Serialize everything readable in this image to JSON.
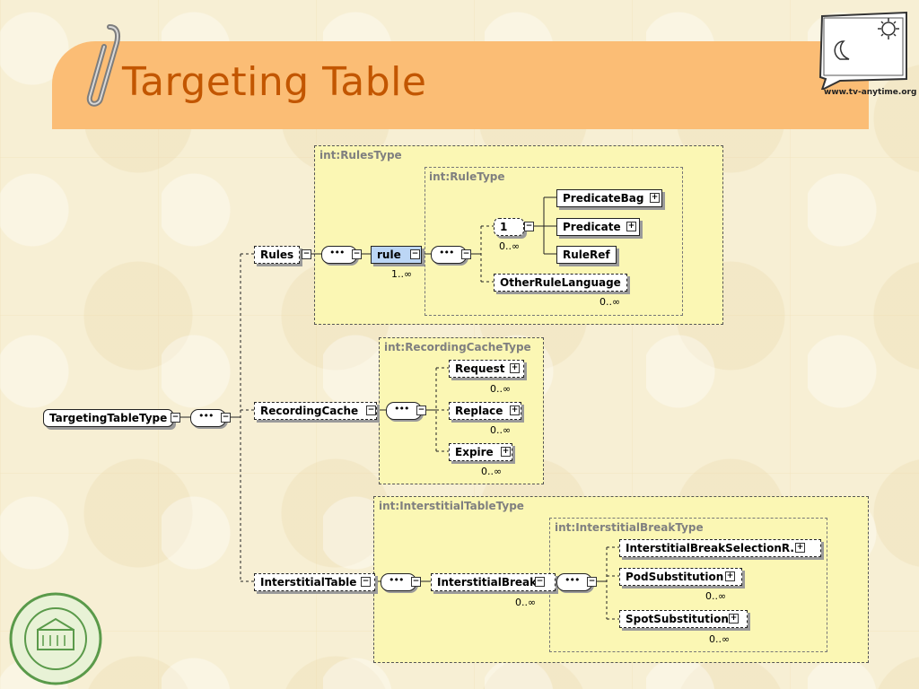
{
  "slide": {
    "title": "Targeting Table",
    "logo_url": "www.tv-anytime.org",
    "colors": {
      "banner": "#fbbd75",
      "title": "#c25600",
      "panel": "#fbf7b4"
    }
  },
  "diagram": {
    "root": "TargetingTableType",
    "rules_type": {
      "label": "int:RulesType",
      "element": "Rules",
      "rule": "rule",
      "rule_card": "1..∞",
      "rule_type": {
        "label": "int:RuleType",
        "choice_card": "1",
        "choice_range": "0..∞",
        "children": [
          "PredicateBag",
          "Predicate",
          "RuleRef"
        ],
        "other": "OtherRuleLanguage",
        "other_card": "0..∞"
      }
    },
    "recording_cache_type": {
      "label": "int:RecordingCacheType",
      "element": "RecordingCache",
      "children": [
        {
          "name": "Request",
          "card": "0..∞"
        },
        {
          "name": "Replace",
          "card": "0..∞"
        },
        {
          "name": "Expire",
          "card": "0..∞"
        }
      ]
    },
    "interstitial_table_type": {
      "label": "int:InterstitialTableType",
      "element": "InterstitialTable",
      "break": "InterstitialBreak",
      "break_card": "0..∞",
      "break_type": {
        "label": "int:InterstitialBreakType",
        "children": [
          {
            "name": "InterstitialBreakSelectionR...",
            "card": ""
          },
          {
            "name": "PodSubstitution",
            "card": "0..∞"
          },
          {
            "name": "SpotSubstitution",
            "card": "0..∞"
          }
        ]
      }
    }
  }
}
